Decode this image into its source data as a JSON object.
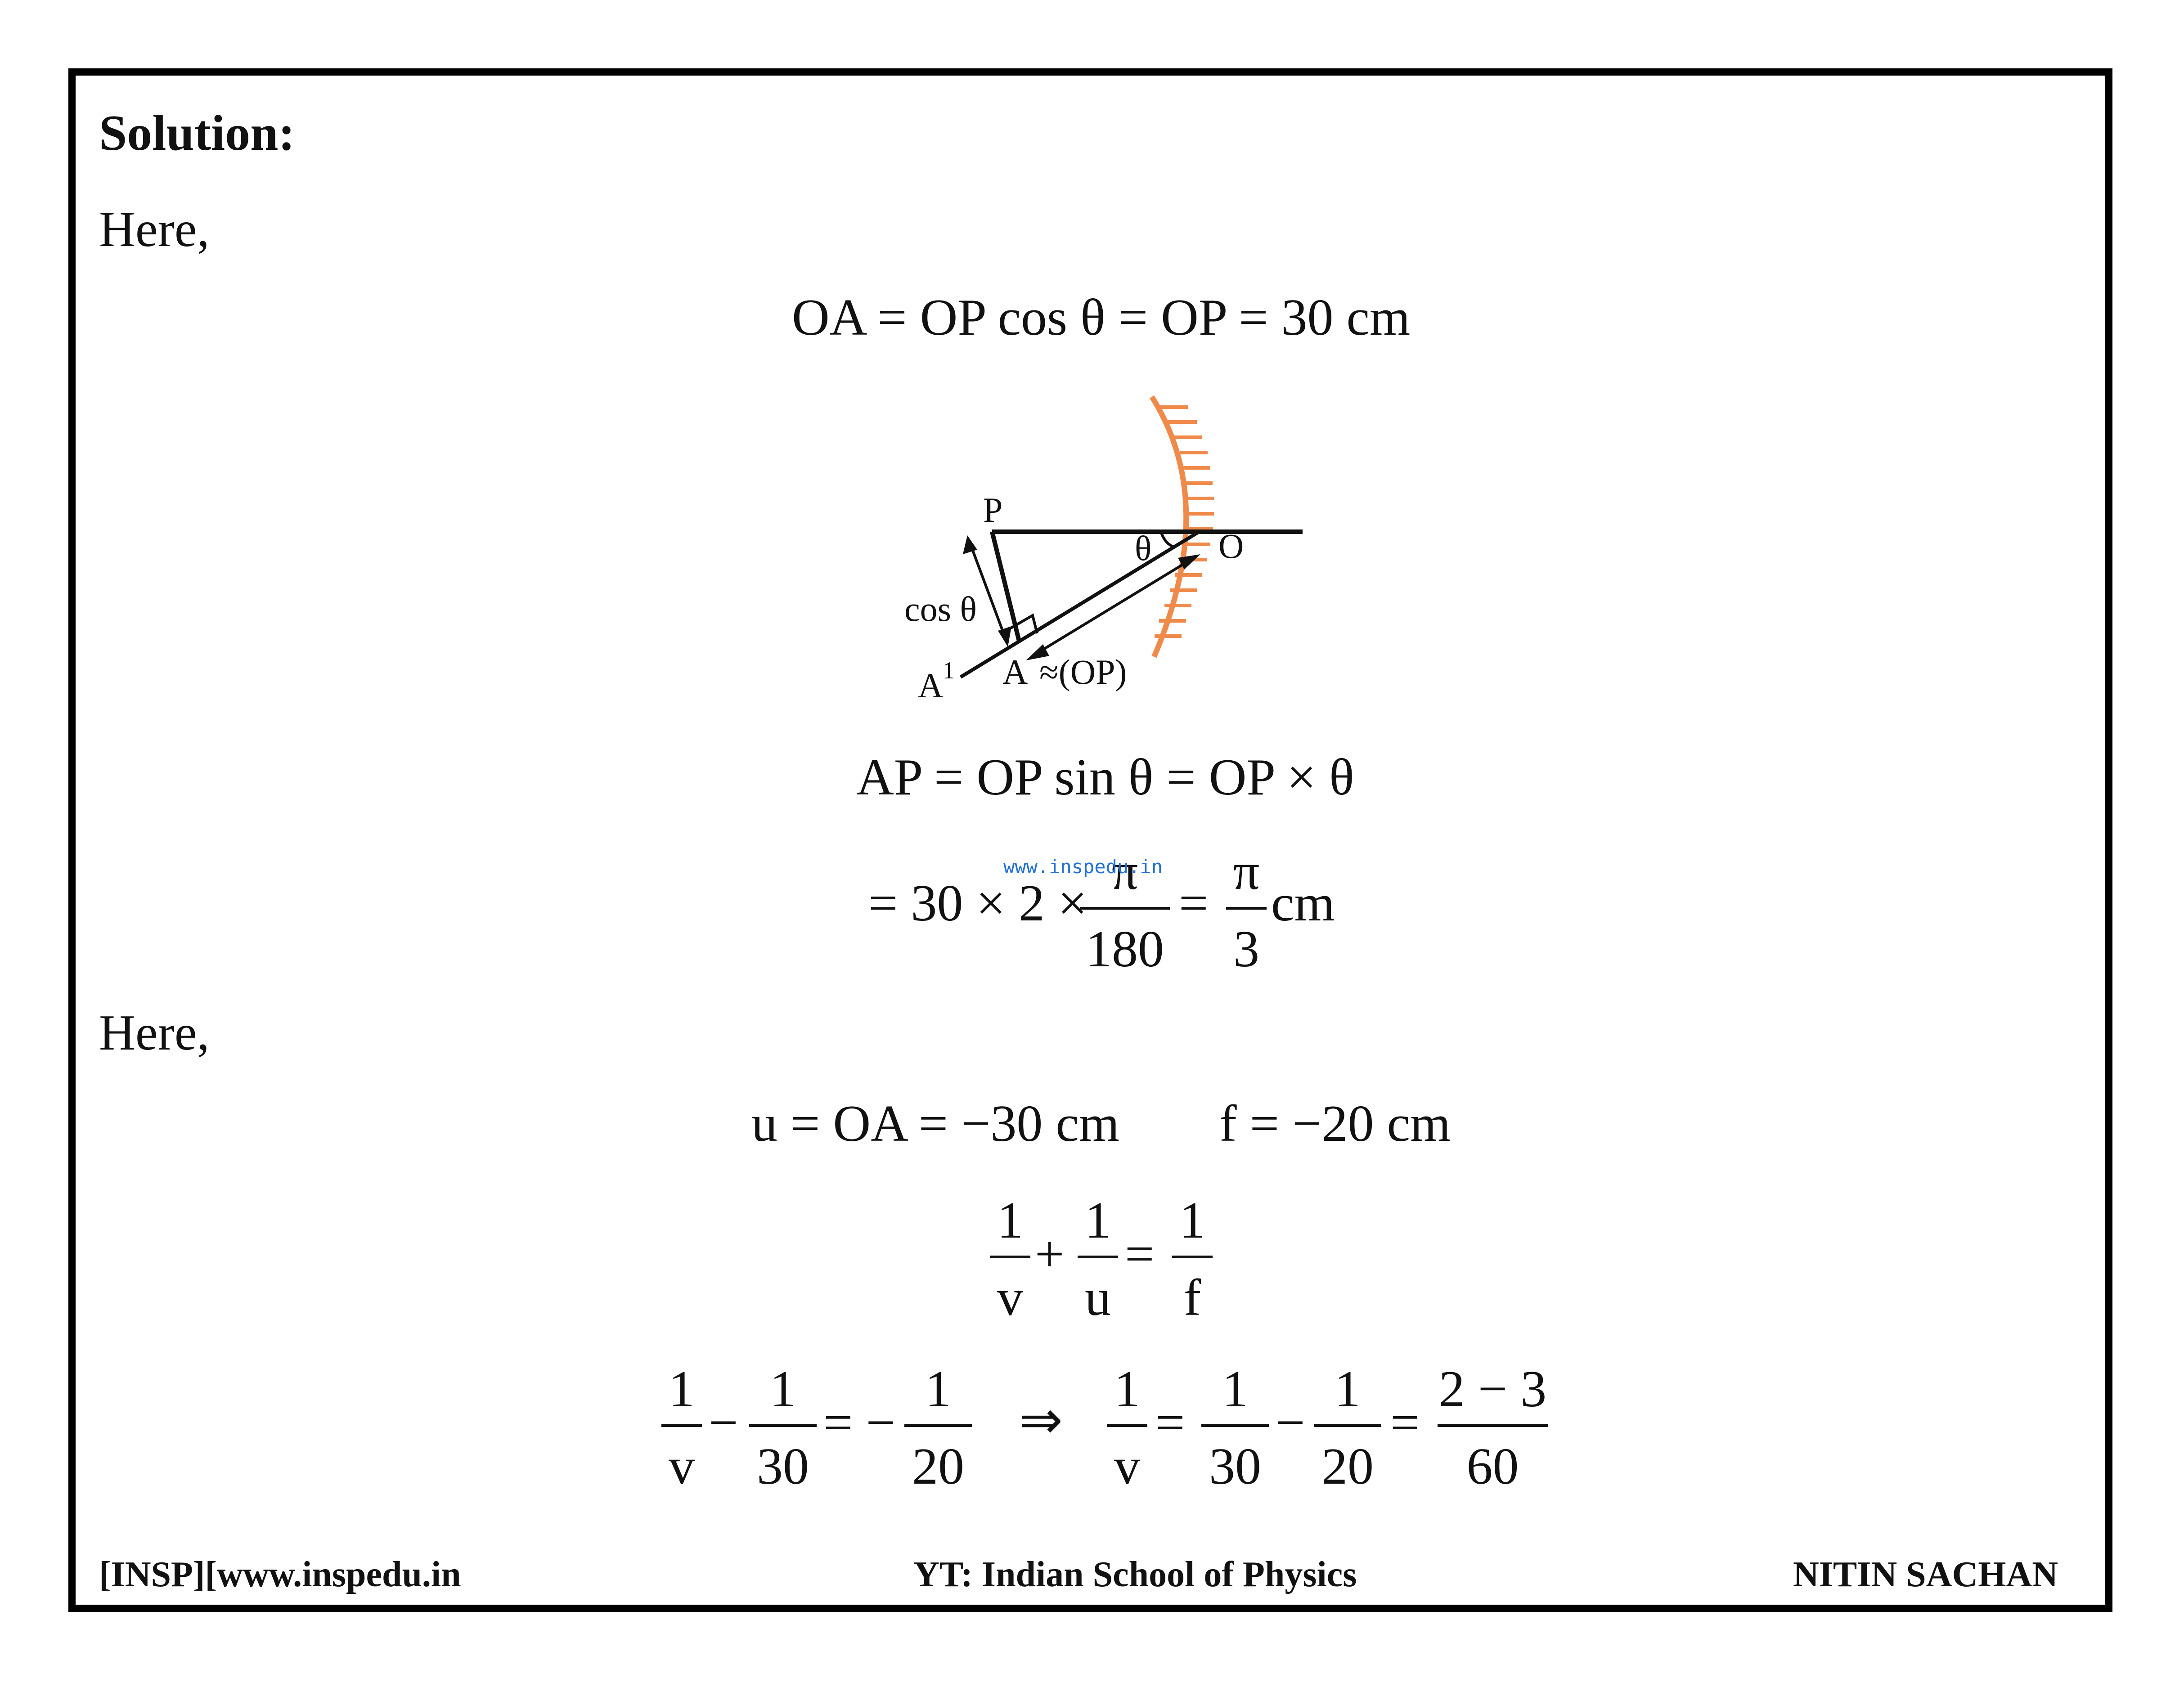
{
  "heading": "Solution:",
  "here_1": "Here,",
  "eq_oa": "OA = OP cos θ = OP = 30 cm",
  "diagram": {
    "label_p": "P",
    "label_theta": "θ",
    "label_o": "O",
    "label_cos": "cos θ",
    "label_a1": "A",
    "label_a1_sup": "1",
    "label_a": "A",
    "label_op": "≈(OP)",
    "mirror_color": "#f08a4b"
  },
  "eq_ap": "AP = OP sin θ = OP × θ",
  "eq_calc": {
    "lead": "= 30 × 2 ×",
    "f1_num": "π",
    "f1_den": "180",
    "eq": "=",
    "f2_num": "π",
    "f2_den": "3",
    "unit": "cm"
  },
  "watermark": "www.inspedu.in",
  "here_2": "Here,",
  "eq_u": "u = OA = −30 cm",
  "eq_f": "f = −20 cm",
  "lens_eq": {
    "a_num": "1",
    "a_den": "v",
    "plus": "+",
    "b_num": "1",
    "b_den": "u",
    "eq": "=",
    "c_num": "1",
    "c_den": "f"
  },
  "final_eq": {
    "l1_num": "1",
    "l1_den": "v",
    "minus1": "−",
    "l2_num": "1",
    "l2_den": "30",
    "eq1": "= −",
    "l3_num": "1",
    "l3_den": "20",
    "implies": "⇒",
    "r1_num": "1",
    "r1_den": "v",
    "eq2": "=",
    "r2_num": "1",
    "r2_den": "30",
    "minus2": "−",
    "r3_num": "1",
    "r3_den": "20",
    "eq3": "=",
    "r4_num": "2 − 3",
    "r4_den": "60"
  },
  "footer": {
    "left": "[INSP][www.inspedu.in",
    "center": "YT: Indian School of Physics",
    "right": "NITIN SACHAN"
  }
}
